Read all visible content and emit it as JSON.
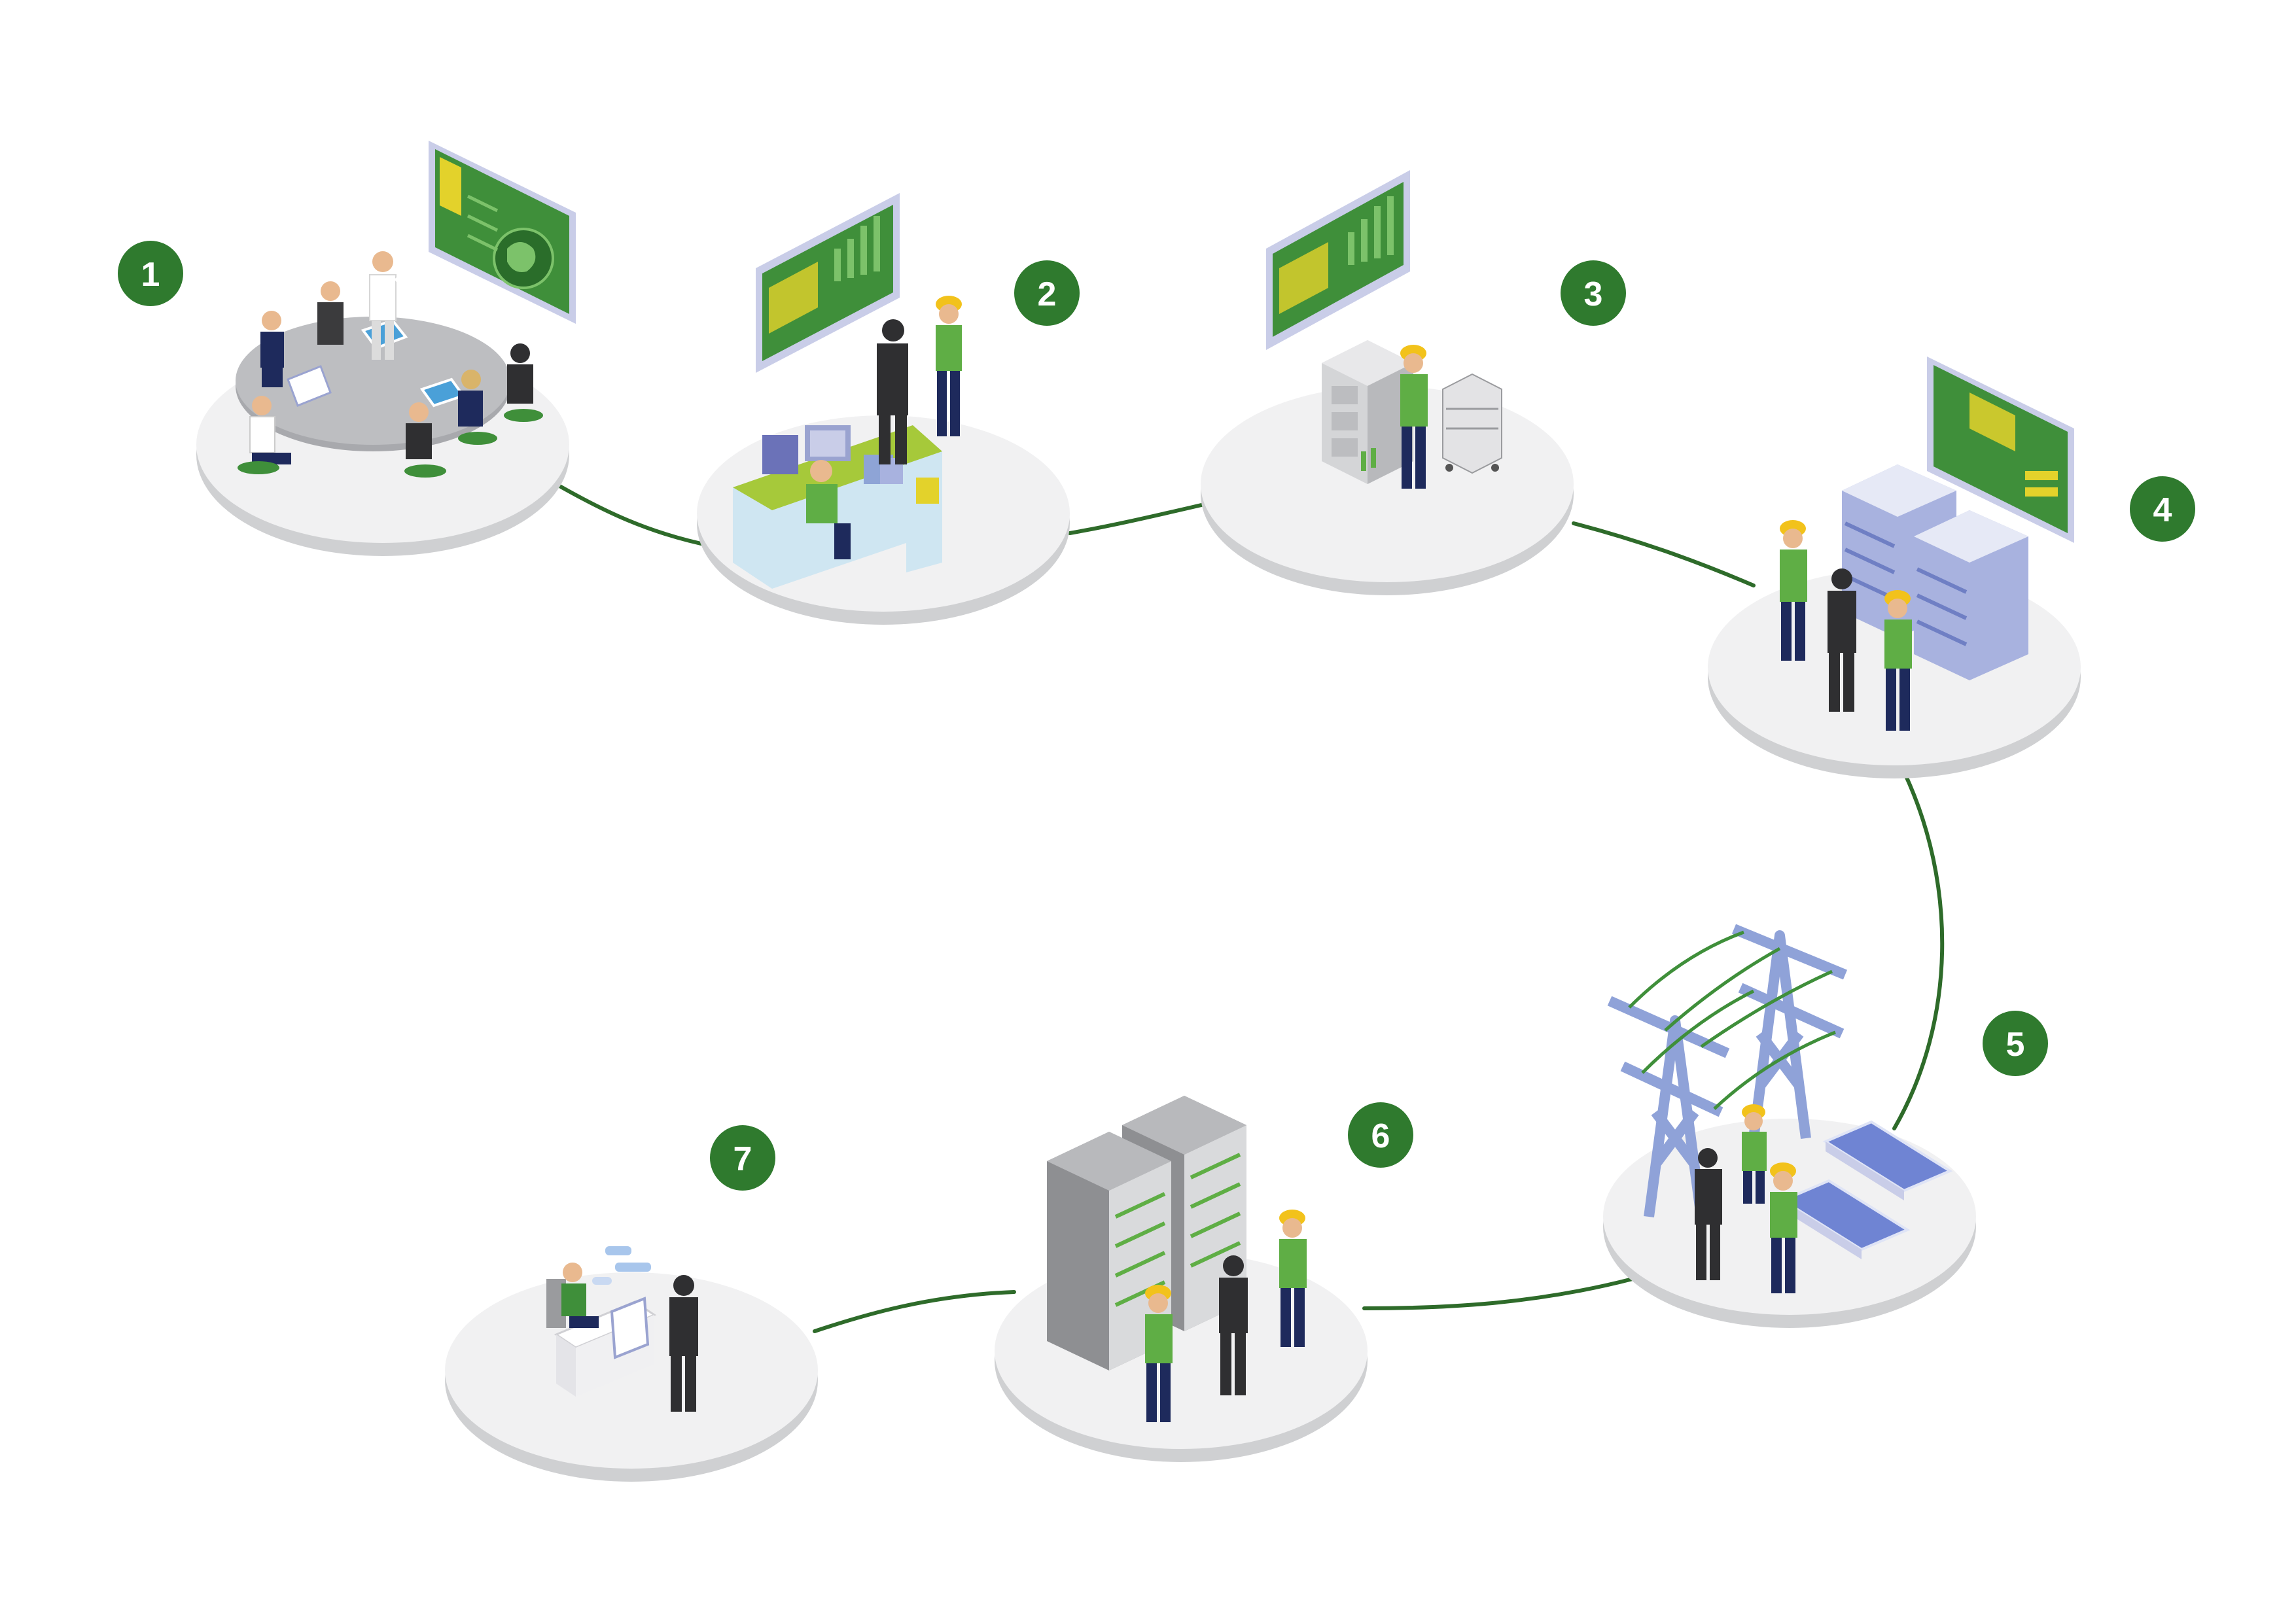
{
  "colors": {
    "background": "#ffffff",
    "connector": "#2e6b2a",
    "badge_fill": "#2f7a2e",
    "badge_text": "#ffffff",
    "platform_top": "#f1f1f2",
    "platform_side": "#cfd0d2",
    "screen_green": "#3f8f3a",
    "screen_frame": "#c9cde8",
    "vest_green": "#5fae45",
    "hardhat_yellow": "#f2c21b",
    "suit_dark": "#2f2f31",
    "pants_navy": "#1e2a5c",
    "rack_gray": "#8e8f92",
    "server_blue": "#a8b2df",
    "tower_blue": "#8fa2d8",
    "solar_blue": "#6f84d3"
  },
  "stations": [
    {
      "number": "1",
      "scene": "meeting-room"
    },
    {
      "number": "2",
      "scene": "control-desk"
    },
    {
      "number": "3",
      "scene": "cabinet-maintenance"
    },
    {
      "number": "4",
      "scene": "server-inspection"
    },
    {
      "number": "5",
      "scene": "transmission-and-solar"
    },
    {
      "number": "6",
      "scene": "data-center-racks"
    },
    {
      "number": "7",
      "scene": "help-desk"
    }
  ]
}
